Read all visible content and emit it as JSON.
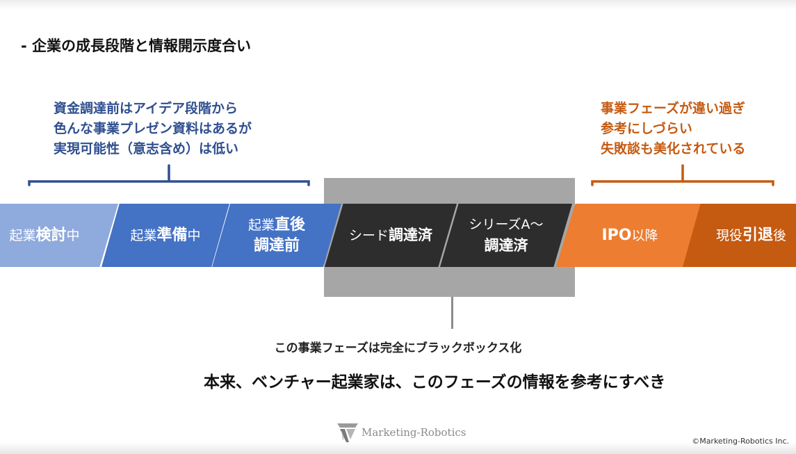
{
  "title": "- 企業の成長段階と情報開示度合い",
  "note_left": {
    "lines": [
      "資金調達前はアイデア段階から",
      "色んな事業プレゼン資料はあるが",
      "実現可能性（意志含め）は低い"
    ],
    "color": "#2f4f8f"
  },
  "note_right": {
    "lines": [
      "事業フェーズが違い過ぎ",
      "参考にしづらい",
      "失敗談も美化されている"
    ],
    "color": "#c55a11"
  },
  "phases": [
    {
      "pre": "起業",
      "bold": "検討",
      "post": "中",
      "color": "#8faadc"
    },
    {
      "pre": "起業",
      "bold": "準備",
      "post": "中",
      "color": "#4472c4"
    },
    {
      "line1_pre": "起業",
      "line1_bold": "直後",
      "line2_bold": "調達前",
      "color": "#4472c4"
    },
    {
      "pre": "シード",
      "bold": "調達済",
      "color": "#2d2d2d"
    },
    {
      "line1": "シリーズA～",
      "line2_bold": "調達済",
      "color": "#2d2d2d"
    },
    {
      "bold": "IPO",
      "post": "以降",
      "color": "#ed7d31"
    },
    {
      "pre": "現役",
      "bold": "引退",
      "post": "後",
      "color": "#c55a11"
    }
  ],
  "caption_black_box": "この事業フェーズは完全にブラックボックス化",
  "caption_main": "本来、ベンチャー起業家は、このフェーズの情報を参考にすべき",
  "logo": {
    "text": "Marketing-Robotics",
    "icon": "marketing-robotics-logo-icon"
  },
  "copyright": "©Marketing-Robotics Inc."
}
